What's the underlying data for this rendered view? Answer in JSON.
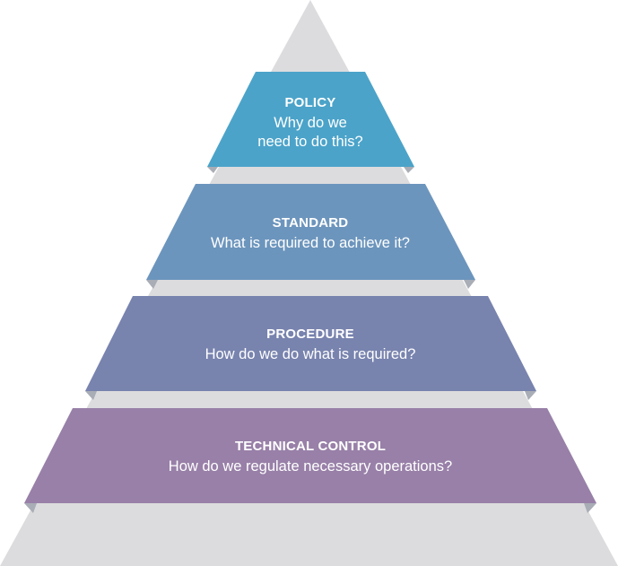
{
  "pyramid": {
    "background_color": "#dcdcde",
    "tiers": [
      {
        "title": "POLICY",
        "lines": [
          "Why do we",
          "need to do this?"
        ],
        "color": "#4ba3c9",
        "fold_color": "#a9adb6"
      },
      {
        "title": "STANDARD",
        "lines": [
          "What is required to achieve it?"
        ],
        "color": "#6c95bd",
        "fold_color": "#a9adb6"
      },
      {
        "title": "PROCEDURE",
        "lines": [
          "How do we do what is required?"
        ],
        "color": "#7883ae",
        "fold_color": "#a9adb6"
      },
      {
        "title": "TECHNICAL CONTROL",
        "lines": [
          "How do we regulate necessary operations?"
        ],
        "color": "#9880a8",
        "fold_color": "#a9adb6"
      }
    ]
  }
}
